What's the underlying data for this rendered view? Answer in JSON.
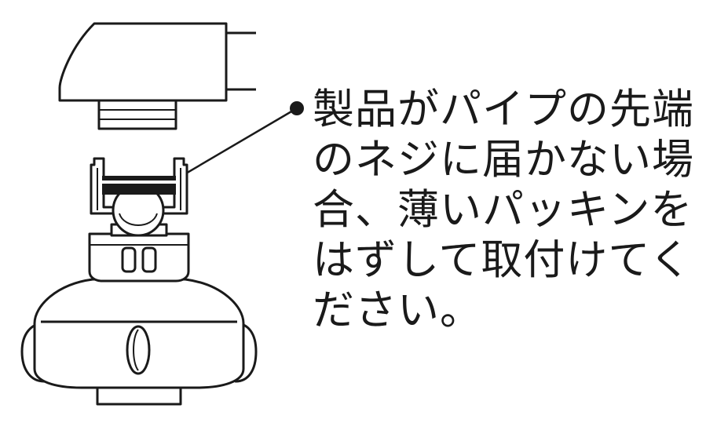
{
  "instruction": {
    "lines": [
      "製品がパイプの先端",
      "のネジに届かない場",
      "合、薄いパッキンを",
      "はずして取付けてく",
      "ださい。"
    ]
  },
  "colors": {
    "ink": "#1a1a1a",
    "background": "#ffffff"
  }
}
